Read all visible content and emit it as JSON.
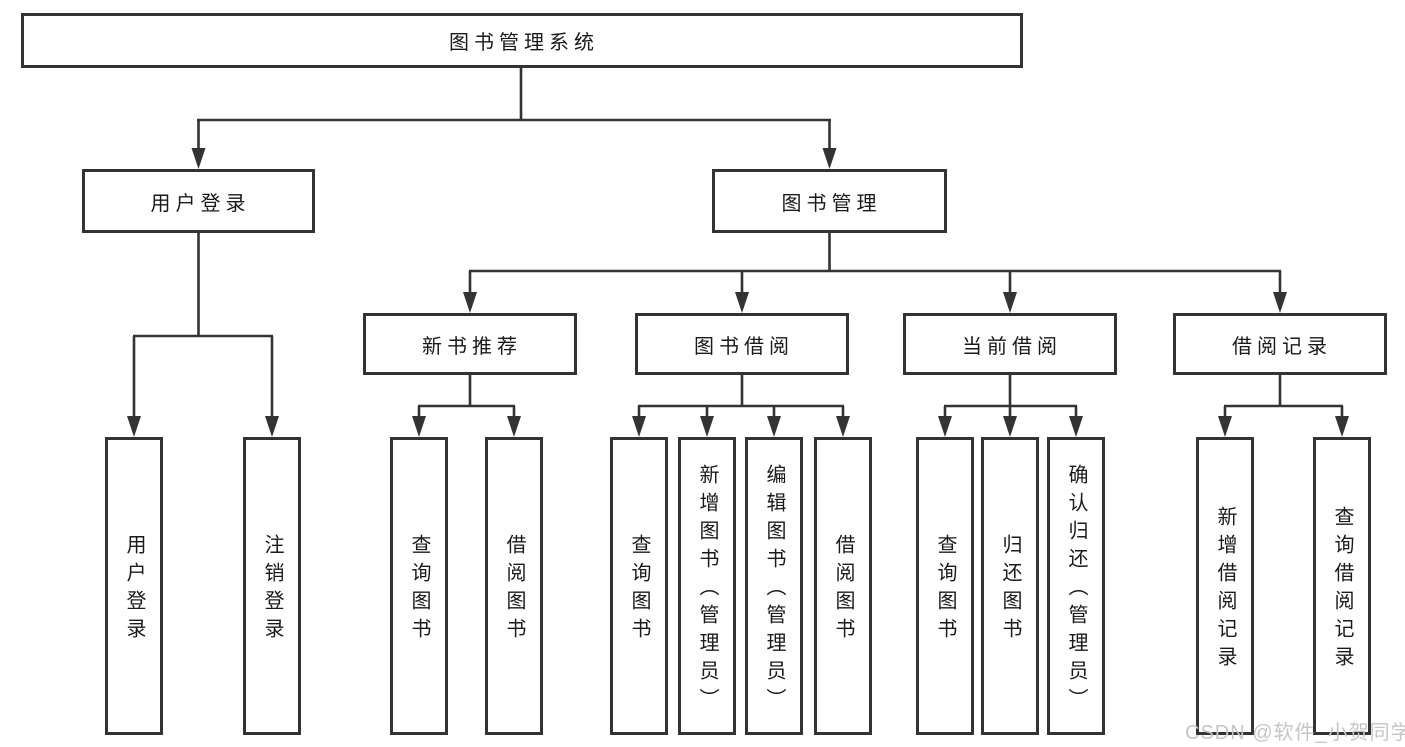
{
  "diagram": {
    "root": {
      "label": "图书管理系统"
    },
    "user_login": {
      "label": "用户登录",
      "children": [
        {
          "label": "用户登录"
        },
        {
          "label": "注销登录"
        }
      ]
    },
    "book_management": {
      "label": "图书管理",
      "sections": [
        {
          "label": "新书推荐",
          "children": [
            {
              "label": "查询图书"
            },
            {
              "label": "借阅图书"
            }
          ]
        },
        {
          "label": "图书借阅",
          "children": [
            {
              "label": "查询图书"
            },
            {
              "label": "新增图书（管理员）"
            },
            {
              "label": "编辑图书（管理员）"
            },
            {
              "label": "借阅图书"
            }
          ]
        },
        {
          "label": "当前借阅",
          "children": [
            {
              "label": "查询图书"
            },
            {
              "label": "归还图书"
            },
            {
              "label": "确认归还（管理员）"
            }
          ]
        },
        {
          "label": "借阅记录",
          "children": [
            {
              "label": "新增借阅记录"
            },
            {
              "label": "查询借阅记录"
            }
          ]
        }
      ]
    }
  },
  "watermark": {
    "text": "CSDN @软件_小贺同学"
  },
  "colors": {
    "line": "#333333",
    "box_border": "#333333",
    "text": "#1a1a1a",
    "background": "#ffffff",
    "watermark": "#c6c6c6"
  }
}
